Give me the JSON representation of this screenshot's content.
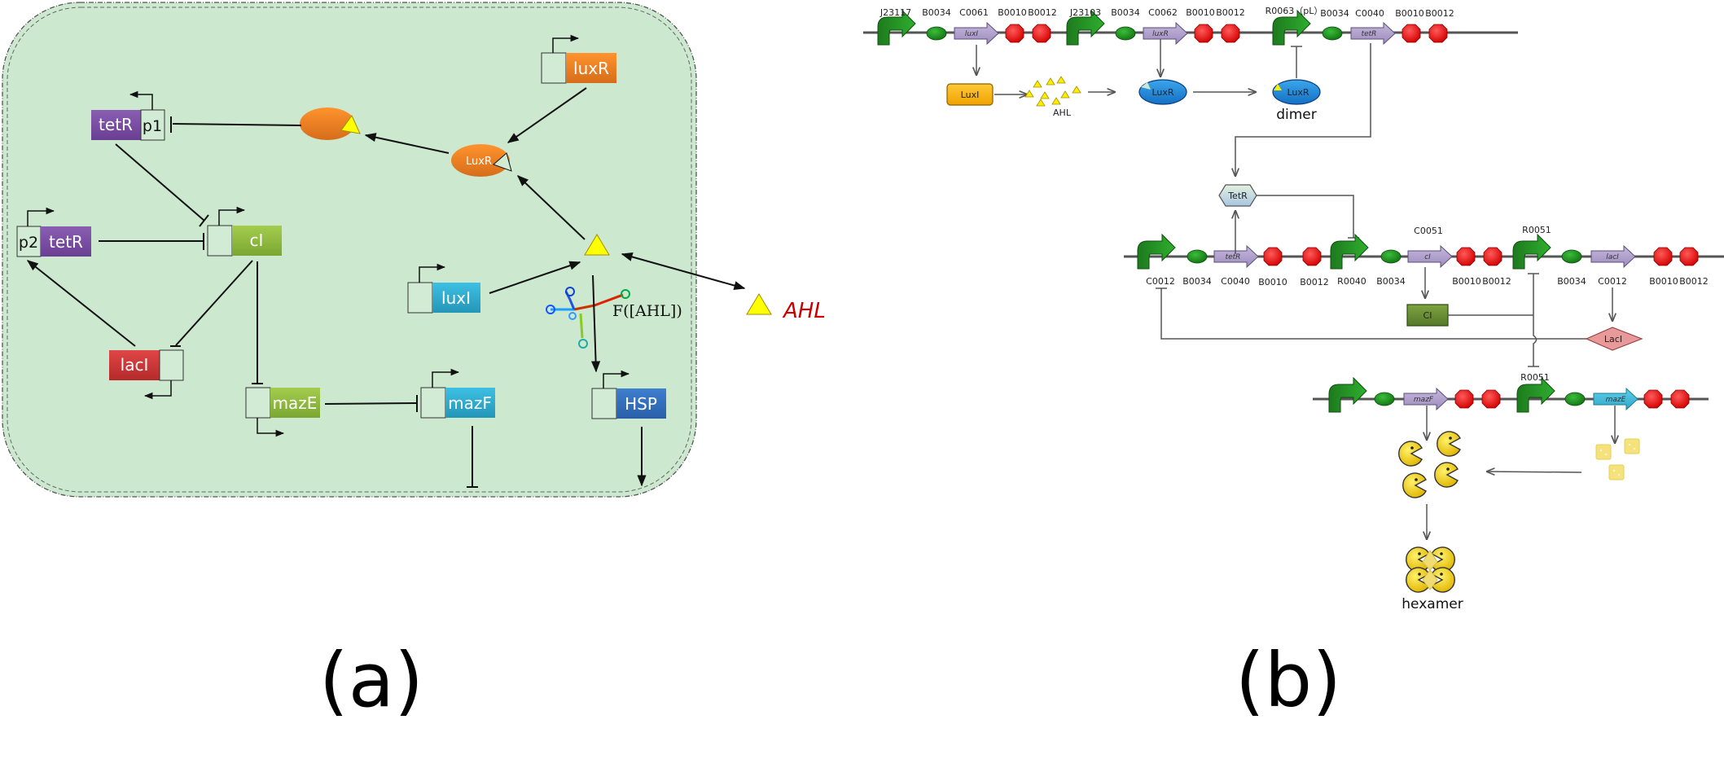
{
  "panel_a": {
    "caption": "(a)",
    "colors": {
      "cell_fill": "#cce8cf",
      "purple": "#7d4fa6",
      "green": "#8dba3c",
      "red": "#c83232",
      "orange": "#e87a1e",
      "cyan": "#2aa7cc",
      "blue": "#2f6ab8",
      "yellow": "#ffff00"
    },
    "genes": {
      "tetR_p1": {
        "gene": "tetR",
        "promoter": "p1"
      },
      "tetR_p2": {
        "gene": "tetR",
        "promoter": "p2"
      },
      "cI": {
        "gene": "cI"
      },
      "lacI": {
        "gene": "lacI"
      },
      "mazE": {
        "gene": "mazE"
      },
      "mazF": {
        "gene": "mazF"
      },
      "luxR": {
        "gene": "luxR"
      },
      "luxI": {
        "gene": "luxI"
      },
      "HSP": {
        "gene": "HSP"
      }
    },
    "protein_luxR": "LuxR",
    "rna_label": "F([AHL])",
    "ahl_label": "AHL"
  },
  "panel_b": {
    "caption": "(b)",
    "row1": {
      "labels": [
        "J23117",
        "B0034",
        "C0061",
        "B0010",
        "B0012",
        "J23103",
        "B0034",
        "C0062",
        "B0010",
        "B0012",
        "R0063（pL）",
        "B0034",
        "C0040",
        "B0010",
        "B0012"
      ],
      "cds": [
        "luxI",
        "luxR",
        "tetR"
      ],
      "luxI_protein": "LuxI",
      "ahl": "AHL",
      "luxR_protein": "LuxR",
      "dimer_protein": "LuxR",
      "dimer_label": "dimer"
    },
    "tetR_protein": "TetR",
    "row2": {
      "labels_below": [
        "C0012",
        "B0034",
        "C0040",
        "B0010",
        "B0012",
        "R0040",
        "B0034",
        "B0010",
        "B0012",
        "B0034",
        "C0012",
        "B0010",
        "B0012"
      ],
      "labels_above": [
        "C0051",
        "R0051"
      ],
      "cds": [
        "tetR",
        "cI",
        "lacI"
      ],
      "cI_protein": "CI",
      "lacI_protein": "LacI"
    },
    "row3": {
      "promoter_label": "R0051",
      "cds": [
        "mazF",
        "mazE"
      ],
      "hexamer_label": "hexamer"
    }
  }
}
